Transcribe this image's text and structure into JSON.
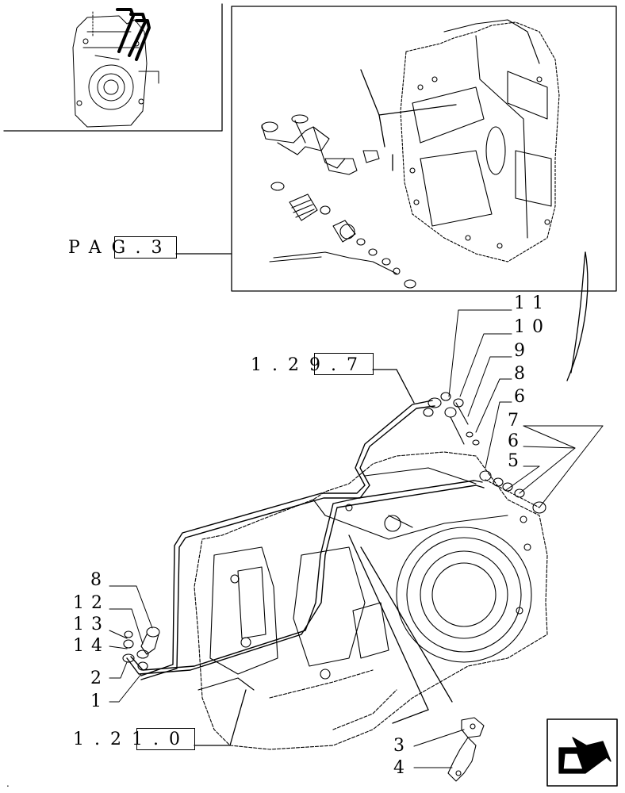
{
  "references": {
    "pag": "PAG.3",
    "ref_top": "1.29.7",
    "ref_bottom": "1.21.0"
  },
  "callouts_right": [
    "11",
    "10",
    "9",
    "8",
    "6",
    "7",
    "6",
    "5"
  ],
  "callouts_left": [
    "8",
    "12",
    "13",
    "14",
    "2",
    "1"
  ],
  "callouts_bracket": [
    "3",
    "4"
  ],
  "stray_mark": ".",
  "icons": {
    "nav": "next-page-arrow-icon",
    "thumbnail": "transmission-housing-thumbnail-icon"
  }
}
